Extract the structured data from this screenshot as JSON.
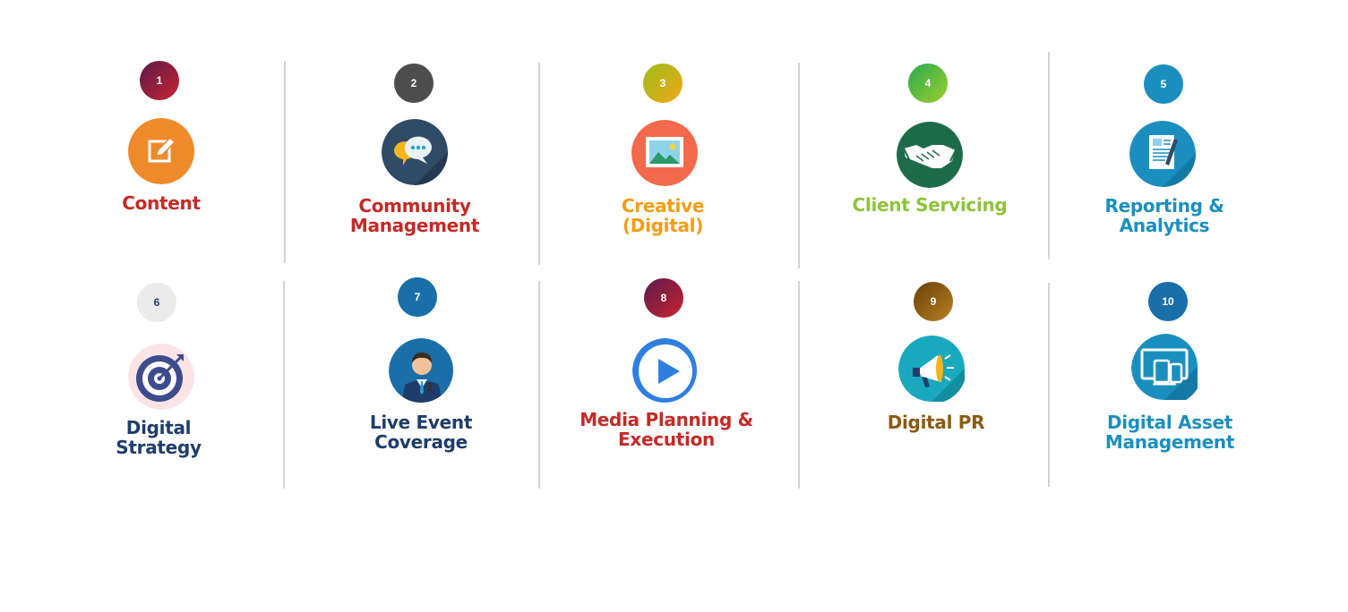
{
  "items": [
    {
      "number": "1",
      "label": "Content",
      "icon": "edit-icon",
      "label_color": "#c42a26",
      "badge_color": "#8b1d4a"
    },
    {
      "number": "2",
      "label": "Community\nManagement",
      "icon": "chat-icon",
      "label_color": "#c42a26",
      "badge_color": "#4d4d4d"
    },
    {
      "number": "3",
      "label": "Creative\n(Digital)",
      "icon": "image-icon",
      "label_color": "#f39c12",
      "badge_color": "#d7b40d"
    },
    {
      "number": "4",
      "label": "Client Servicing",
      "icon": "handshake-icon",
      "label_color": "#8cc43a",
      "badge_color": "#3fae49"
    },
    {
      "number": "5",
      "label": "Reporting &\nAnalytics",
      "icon": "report-icon",
      "label_color": "#1a8fbf",
      "badge_color": "#1a8fbf"
    },
    {
      "number": "6",
      "label": "Digital\nStrategy",
      "icon": "target-icon",
      "label_color": "#1f3d6b",
      "badge_color": "#ebebeb"
    },
    {
      "number": "7",
      "label": "Live Event\nCoverage",
      "icon": "reporter-icon",
      "label_color": "#1f3d6b",
      "badge_color": "#1a6fa8"
    },
    {
      "number": "8",
      "label": "Media Planning &\nExecution",
      "icon": "play-icon",
      "label_color": "#c42a26",
      "badge_color": "#8b1d4a"
    },
    {
      "number": "9",
      "label": "Digital PR",
      "icon": "megaphone-icon",
      "label_color": "#8a5a12",
      "badge_color": "#8a5a12"
    },
    {
      "number": "10",
      "label": "Digital Asset\nManagement",
      "icon": "devices-icon",
      "label_color": "#1a8fbf",
      "badge_color": "#1a6fa8"
    }
  ]
}
